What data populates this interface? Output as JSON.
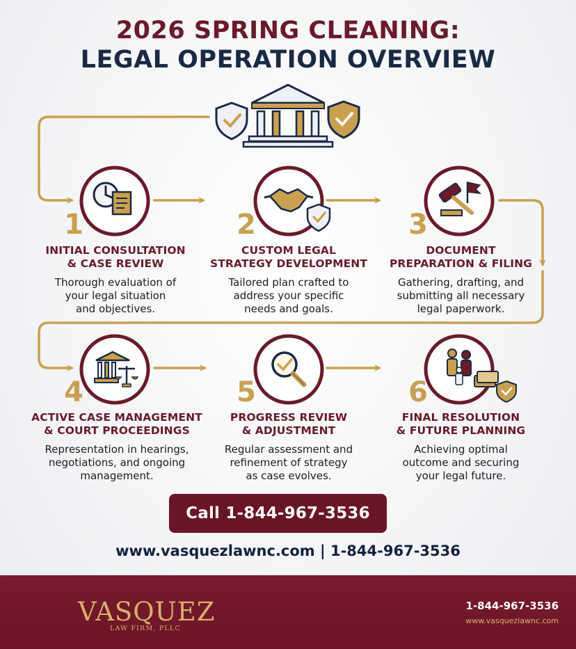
{
  "title": {
    "line1": "2026 SPRING CLEANING:",
    "line2": "LEGAL OPERATION OVERVIEW"
  },
  "steps": [
    {
      "number": "1",
      "title_line1": "INITIAL CONSULTATION",
      "title_line2": "& CASE REVIEW",
      "desc_line1": "Thorough evaluation of",
      "desc_line2": "your legal situation",
      "desc_line3": "and objectives.",
      "icon": "clock-document-icon"
    },
    {
      "number": "2",
      "title_line1": "CUSTOM LEGAL",
      "title_line2": "STRATEGY DEVELOPMENT",
      "desc_line1": "Tailored plan crafted to",
      "desc_line2": "address your specific",
      "desc_line3": "needs and goals.",
      "icon": "handshake-shield-icon"
    },
    {
      "number": "3",
      "title_line1": "DOCUMENT",
      "title_line2": "PREPARATION & FILING",
      "desc_line1": "Gathering, drafting, and",
      "desc_line2": "submitting all necessary",
      "desc_line3": "legal paperwork.",
      "icon": "gavel-flag-icon"
    },
    {
      "number": "4",
      "title_line1": "ACTIVE CASE MANAGEMENT",
      "title_line2": "& COURT PROCEEDINGS",
      "desc_line1": "Representation in hearings,",
      "desc_line2": "negotiations, and ongoing",
      "desc_line3": "management.",
      "icon": "courthouse-scales-icon"
    },
    {
      "number": "5",
      "title_line1": "PROGRESS REVIEW",
      "title_line2": "& ADJUSTMENT",
      "desc_line1": "Regular assessment and",
      "desc_line2": "refinement of strategy",
      "desc_line3": "as case evolves.",
      "icon": "magnifier-check-icon"
    },
    {
      "number": "6",
      "title_line1": "FINAL RESOLUTION",
      "title_line2": "& FUTURE PLANNING",
      "desc_line1": "Achieving optimal",
      "desc_line2": "outcome and securing",
      "desc_line3": "your legal future.",
      "icon": "family-money-icon"
    }
  ],
  "cta": {
    "label": "Call 1-844-967-3536"
  },
  "contact_line": "www.vasquezlawnc.com | 1-844-967-3536",
  "footer": {
    "brand": "VASQUEZ",
    "brand_sub": "LAW FIRM, PLLC",
    "phone": "1-844-967-3536",
    "url": "www.vasquezlawnc.com"
  },
  "colors": {
    "maroon": "#6b1a2b",
    "navy": "#1a2a44",
    "gold": "#c9a04e"
  }
}
